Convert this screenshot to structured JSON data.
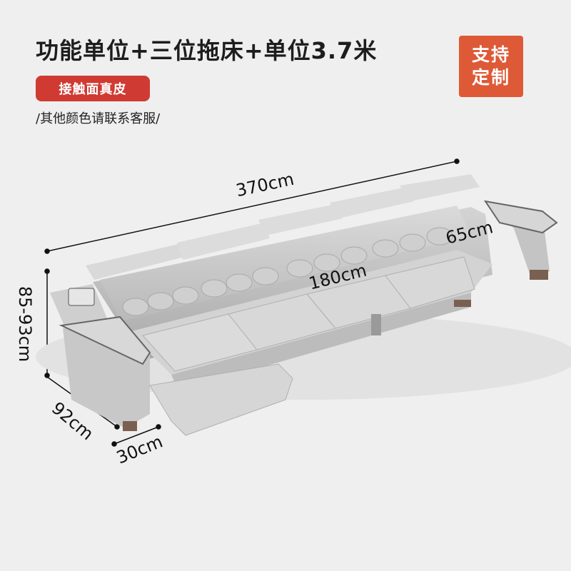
{
  "title": "功能单位+三位拖床+单位3.7米",
  "badge": "接触面真皮",
  "note": "/其他颜色请联系客服/",
  "custom_badge": {
    "line1": "支持",
    "line2": "定制"
  },
  "dimensions": {
    "length": "370cm",
    "height": "85-93cm",
    "depth": "92cm",
    "leg": "30cm",
    "seat_width": "180cm",
    "seat_depth": "65cm"
  },
  "colors": {
    "background": "#efefef",
    "badge_red": "#cf3b32",
    "custom_orange": "#de5936",
    "sofa_leather": "#c9c9c9"
  }
}
